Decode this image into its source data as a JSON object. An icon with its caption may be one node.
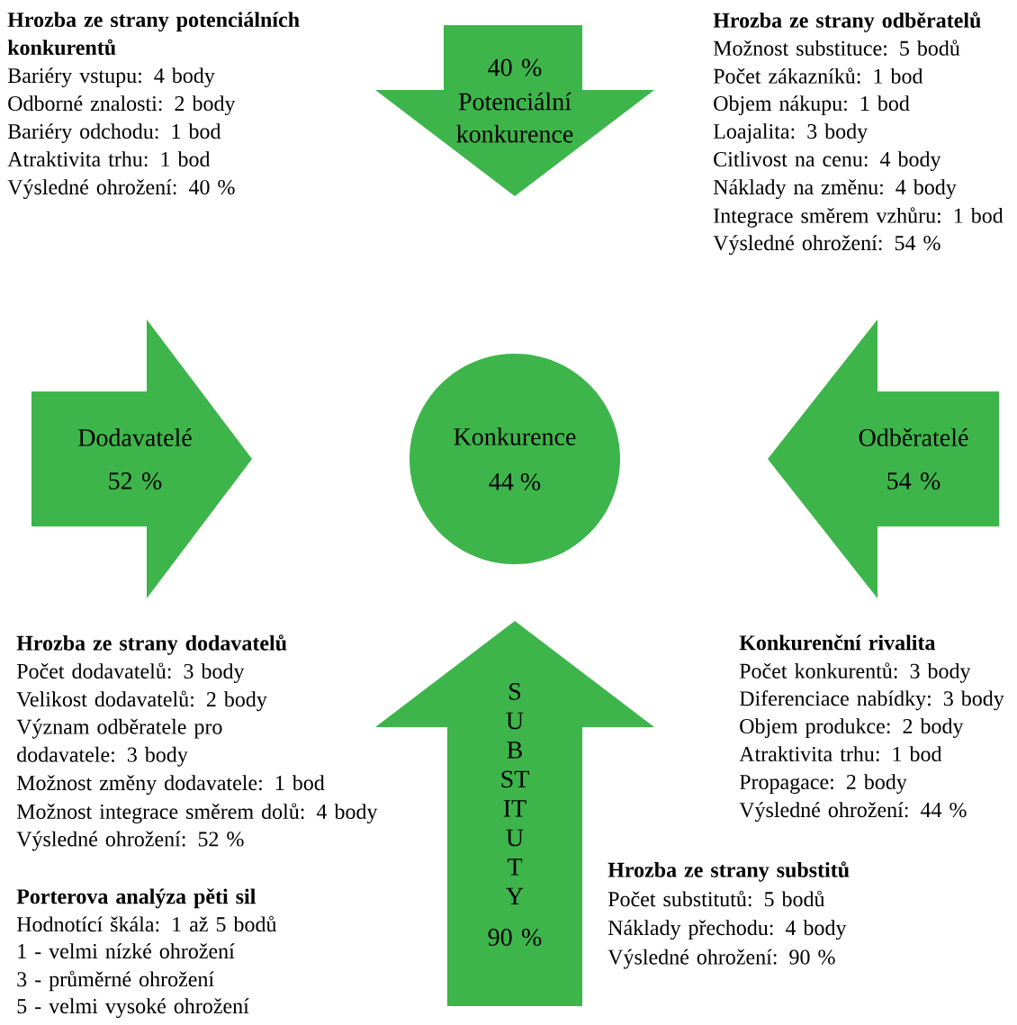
{
  "diagram": {
    "nodes": [
      {
        "text": [
          "Konkurence",
          "44 %"
        ]
      },
      {
        "text": [
          "40 %",
          "Potenciální konkurence"
        ]
      },
      {
        "text": [
          "Dodavatelé",
          "52 %"
        ]
      },
      {
        "text": [
          "Odběratelé",
          "54 %"
        ]
      },
      {
        "text": [
          "SUBSTITUTY",
          "90 %"
        ]
      }
    ],
    "labels": [
      "Hrozba ze strany potenciálních konkurentů",
      "Bariéry vstupu: 4 body",
      "Odborné znalosti: 2 body",
      "Bariéry odchodu: 1 bod",
      "Atraktivita trhu: 1 bod",
      "Výsledné ohrožení: 40 %",
      "Hrozba ze strany odběratelů",
      "Možnost substituce: 5 bodů",
      "Počet zákazníků: 1 bod",
      "Objem nákupu: 1 bod",
      "Loajalita: 3 body",
      "Citlivost na cenu: 4 body",
      "Náklady na změnu: 4 body",
      "Integrace směrem vzhůru: 1 bod",
      "Výsledné ohrožení: 54 %",
      "Hrozba ze strany dodavatelů",
      "Počet dodavatelů: 3 body",
      "Velikost dodavatelů: 2 body",
      "Význam odběratele pro dodavatele: 3 body",
      "Možnost změny dodavatele: 1 bod",
      "Možnost integrace směrem dolů: 4 body",
      "Výsledné ohrožení: 52 %",
      "Konkurenční rivalita",
      "Počet konkurentů: 3 body",
      "Diferenciace nabídky: 3 body",
      "Objem produkce: 2 body",
      "Atraktivita trhu: 1 bod",
      "Propagace: 2 body",
      "Výsledné ohrožení: 44 %",
      "Hrozba ze strany substitů",
      "Počet substitutů: 5 bodů",
      "Náklady přechodu: 4 body",
      "Výsledné ohrožení: 90 %",
      "Porterova analýza pěti sil",
      "Hodnotící škála: 1 až 5 bodů",
      "1 - velmi nízké ohrožení",
      "3 - průměrné ohrožení",
      "5 - velmi vysoké ohrožení"
    ]
  }
}
